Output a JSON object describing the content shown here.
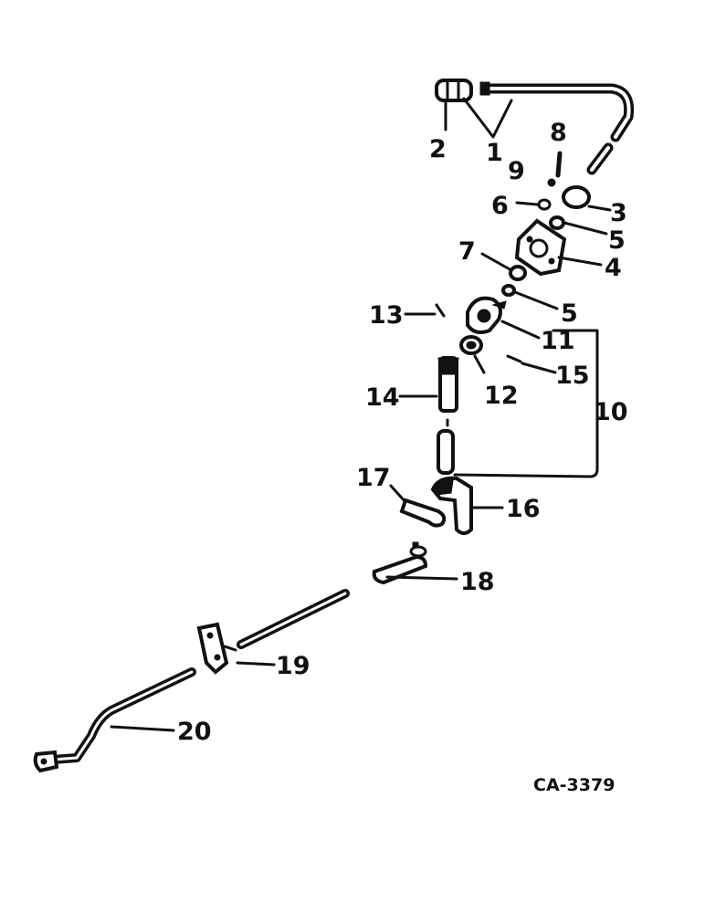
{
  "diagram": {
    "drawing_code": "CA-3379",
    "callouts": [
      {
        "id": "1",
        "text": "1"
      },
      {
        "id": "2",
        "text": "2"
      },
      {
        "id": "3",
        "text": "3"
      },
      {
        "id": "4",
        "text": "4"
      },
      {
        "id": "5a",
        "text": "5"
      },
      {
        "id": "5b",
        "text": "5"
      },
      {
        "id": "6",
        "text": "6"
      },
      {
        "id": "7",
        "text": "7"
      },
      {
        "id": "8",
        "text": "8"
      },
      {
        "id": "9",
        "text": "9"
      },
      {
        "id": "10",
        "text": "10"
      },
      {
        "id": "11",
        "text": "11"
      },
      {
        "id": "12",
        "text": "12"
      },
      {
        "id": "13",
        "text": "13"
      },
      {
        "id": "14",
        "text": "14"
      },
      {
        "id": "15",
        "text": "15"
      },
      {
        "id": "16",
        "text": "16"
      },
      {
        "id": "17",
        "text": "17"
      },
      {
        "id": "18",
        "text": "18"
      },
      {
        "id": "19",
        "text": "19"
      },
      {
        "id": "20",
        "text": "20"
      }
    ]
  }
}
